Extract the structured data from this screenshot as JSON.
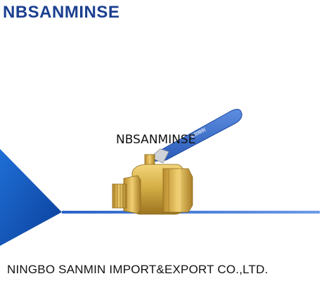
{
  "brand": {
    "top_logo": "NBSANMINSE",
    "center_watermark": "NBSANMINSE"
  },
  "company": {
    "name": "NINGBO SANMIN IMPORT&EXPORT CO.,LTD."
  },
  "product": {
    "handle_engraving": "全铜精制"
  },
  "colors": {
    "brand_blue": "#1b3f8f",
    "accent_blue": "#2f6fd6",
    "brass": "#d8b64a",
    "handle_blue": "#3b6fd0"
  }
}
